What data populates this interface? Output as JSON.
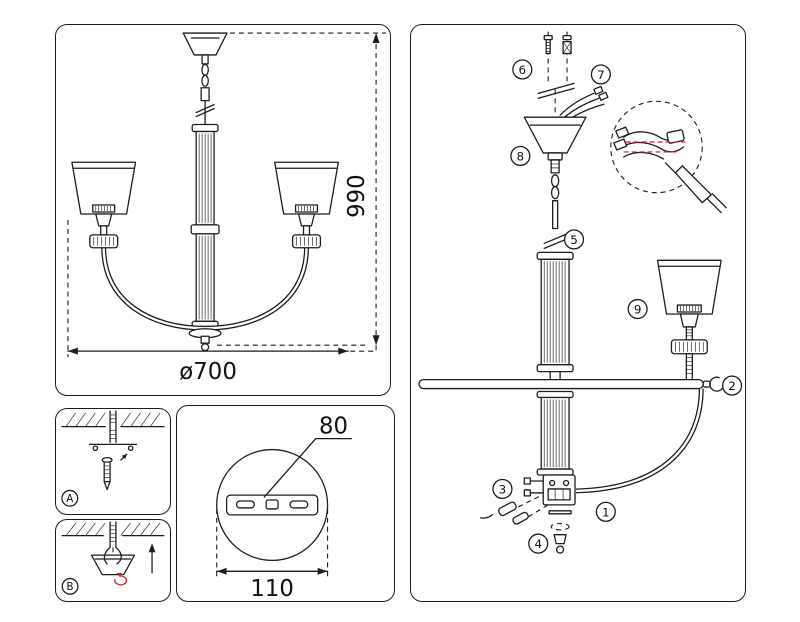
{
  "overview": {
    "height_label": "990",
    "diameter_label": "ø700"
  },
  "mounting": {
    "step_a_label": "A",
    "step_b_label": "B",
    "plate_hole_spacing_label": "80",
    "plate_width_label": "110"
  },
  "assembly": {
    "callouts": {
      "hub": "1",
      "arm": "2",
      "terminal": "3",
      "finial": "4",
      "chain": "5",
      "screws": "6",
      "wires": "7",
      "canopy": "8",
      "shade": "9"
    }
  },
  "colors": {
    "line": "#1c1c1c",
    "accent_red": "#c62828",
    "background": "#ffffff"
  }
}
